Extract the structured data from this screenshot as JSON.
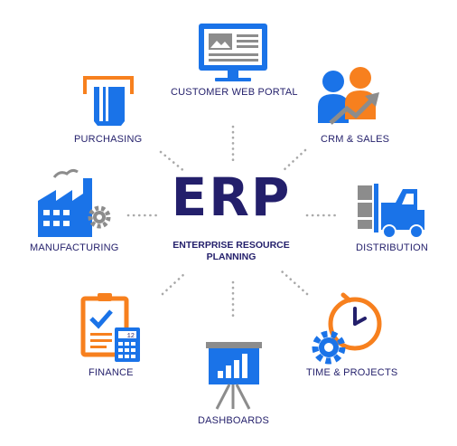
{
  "colors": {
    "navy": "#231f6b",
    "blue": "#1a73e8",
    "orange": "#f7801e",
    "gray": "#8c8c8c",
    "dots": "#a9a9a9"
  },
  "center": {
    "title": "ERP",
    "subtitle_line1": "ENTERPRISE RESOURCE",
    "subtitle_line2": "PLANNING"
  },
  "modules": {
    "customer_web_portal": {
      "label": "CUSTOMER WEB PORTAL",
      "icon": "monitor-icon"
    },
    "crm_sales": {
      "label": "CRM & SALES",
      "icon": "people-growth-icon"
    },
    "distribution": {
      "label": "DISTRIBUTION",
      "icon": "forklift-icon"
    },
    "time_projects": {
      "label": "TIME & PROJECTS",
      "icon": "clock-gear-icon"
    },
    "dashboards": {
      "label": "DASHBOARDS",
      "icon": "presentation-board-icon"
    },
    "finance": {
      "label": "FINANCE",
      "icon": "clipboard-calculator-icon"
    },
    "manufacturing": {
      "label": "MANUFACTURING",
      "icon": "factory-icon"
    },
    "purchasing": {
      "label": "PURCHASING",
      "icon": "card-terminal-icon"
    }
  },
  "calculator_display": "12"
}
